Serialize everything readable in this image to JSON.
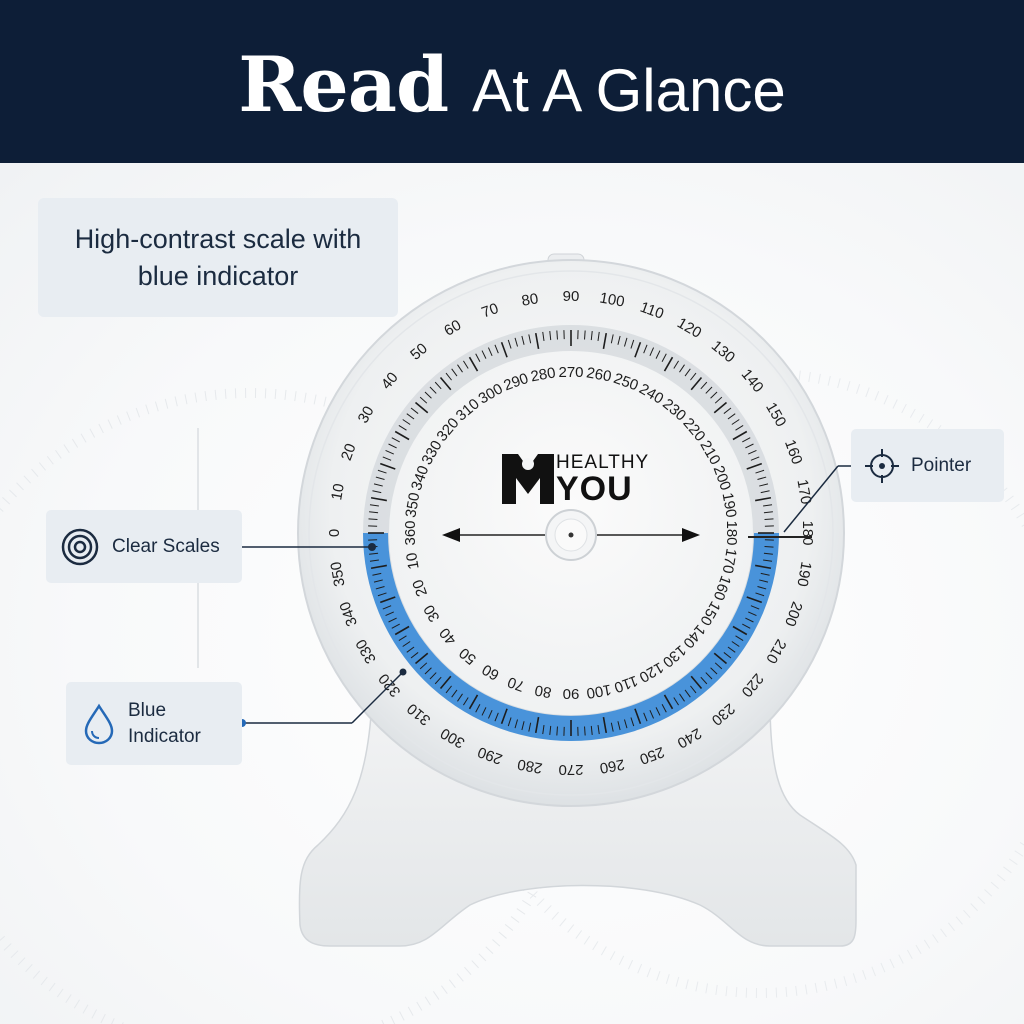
{
  "banner": {
    "title_bold": "Read",
    "title_rest": "At A Glance",
    "bg_color": "#0d1e37"
  },
  "info": {
    "text": "High-contrast scale with blue indicator"
  },
  "callouts": {
    "clear_scales": {
      "label": "Clear Scales",
      "icon": "concentric-circles-icon"
    },
    "blue_indicator": {
      "label": "Blue Indicator",
      "icon": "water-drop-icon"
    },
    "pointer": {
      "label": "Pointer",
      "icon": "crosshair-icon"
    }
  },
  "brand": {
    "line1": "HEALTHY",
    "line2": "YOU"
  },
  "dial": {
    "outer_labels": [
      "0",
      "10",
      "20",
      "30",
      "40",
      "50",
      "60",
      "70",
      "80",
      "90",
      "100",
      "110",
      "120",
      "130",
      "140",
      "150",
      "160",
      "170",
      "180",
      "190",
      "200",
      "210",
      "220",
      "230",
      "240",
      "250",
      "260",
      "270",
      "280",
      "290",
      "300",
      "310",
      "320",
      "330",
      "340",
      "350"
    ],
    "inner_labels": [
      "360",
      "10",
      "20",
      "30",
      "40",
      "50",
      "60",
      "70",
      "80",
      "90",
      "100",
      "110",
      "120",
      "130",
      "140",
      "150",
      "160",
      "170",
      "180",
      "190",
      "200",
      "210",
      "220",
      "230",
      "240",
      "250",
      "260",
      "270",
      "280",
      "290",
      "300",
      "310",
      "320",
      "330",
      "340",
      "350"
    ],
    "indicator_color": "#2f86d8",
    "indicator_fill_fraction": 0.5
  }
}
